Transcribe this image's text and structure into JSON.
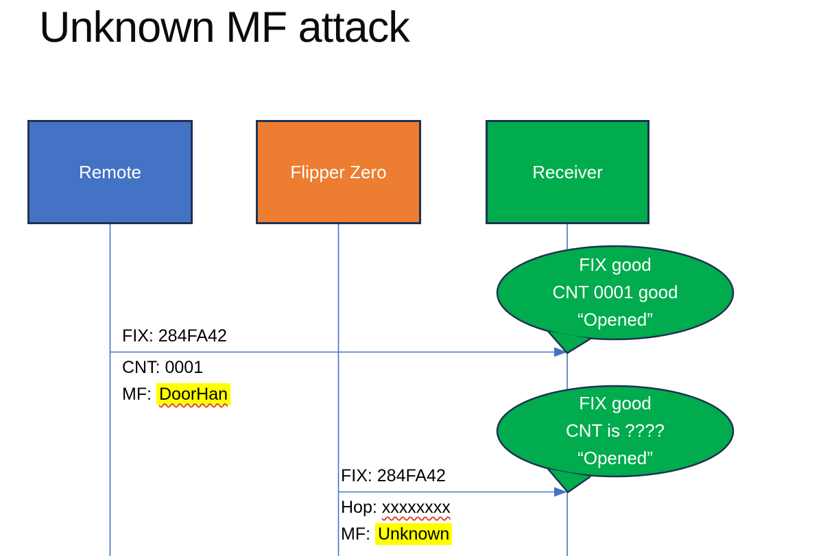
{
  "slide": {
    "title": "Unknown MF attack"
  },
  "colors": {
    "blue": "#4472C4",
    "orange": "#ED7D31",
    "green": "#00AC4E",
    "border_navy": "#1F3251",
    "line_blue": "#4472C4",
    "highlight_yellow": "#FFFF00",
    "squiggle_red": "#E0452F"
  },
  "actors": {
    "remote": {
      "label": "Remote"
    },
    "flipper": {
      "label": "Flipper Zero"
    },
    "receiver": {
      "label": "Receiver"
    }
  },
  "messages": {
    "m1": {
      "above": "FIX: 284FA42",
      "line2": "CNT: 0001",
      "line3_prefix": "MF: ",
      "line3_value": "DoorHan"
    },
    "m2": {
      "above": "FIX: 284FA42",
      "line2_prefix": "Hop: ",
      "line2_value": "xxxxxxxx",
      "line3_prefix": "MF: ",
      "line3_value": "Unknown"
    }
  },
  "bubbles": {
    "b1": {
      "line1": "FIX good",
      "line2": "CNT 0001 good",
      "line3": "“Opened”"
    },
    "b2": {
      "line1": "FIX good",
      "line2": "CNT is ????",
      "line3": "“Opened”"
    }
  }
}
